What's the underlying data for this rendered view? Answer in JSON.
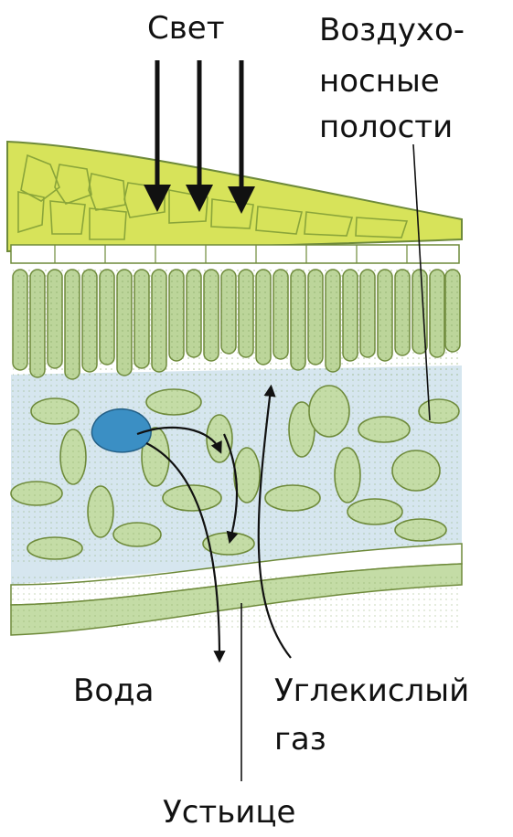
{
  "labels": {
    "light": "Свет",
    "air_spaces": [
      "Воздухо-",
      "носные",
      "полости"
    ],
    "water": "Вода",
    "co2": [
      "Углекислый",
      "газ"
    ],
    "stoma": "Устьице"
  },
  "colors": {
    "upper_epidermis": "#d7e35a",
    "upper_epidermis_cells": "#c6d63e",
    "cell_outline": "#6e8a3a",
    "palisade": "#bcd59a",
    "spongy": "#c4dca6",
    "air_space": "#d6e6ef",
    "vein": "#3b8fc4",
    "arrow": "#111111"
  }
}
